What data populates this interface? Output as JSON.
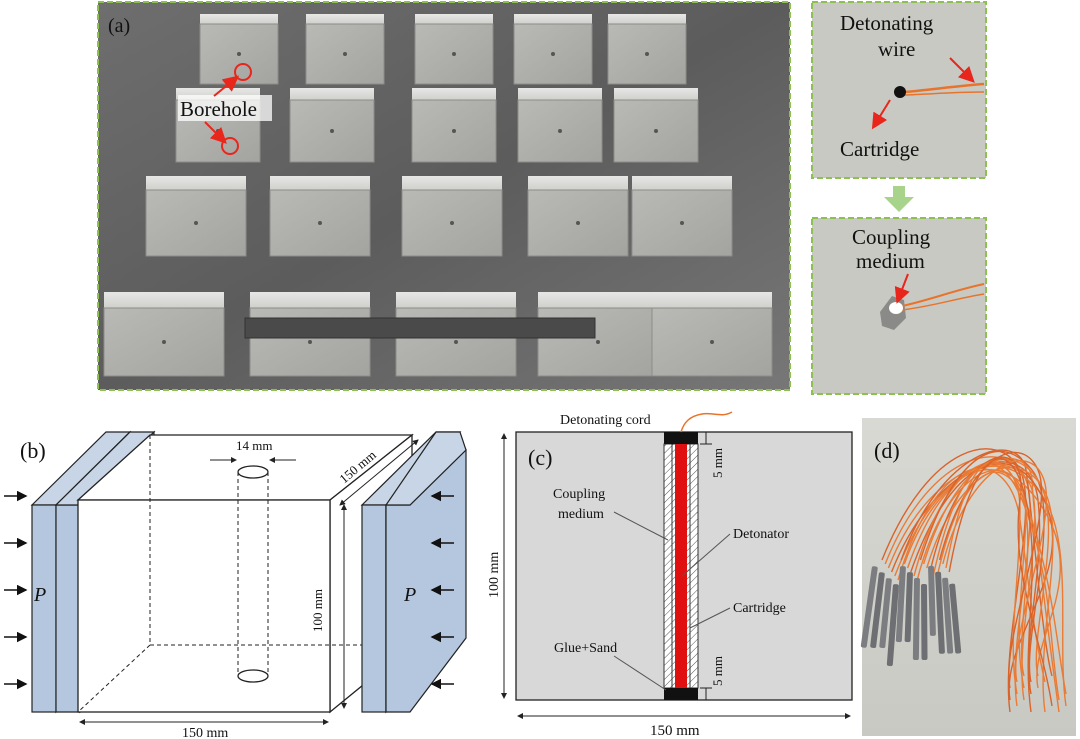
{
  "panel_a": {
    "label": "(a)",
    "borehole": "Borehole",
    "detonating_wire_1": "Detonating",
    "detonating_wire_2": "wire",
    "cartridge": "Cartridge",
    "coupling_1": "Coupling",
    "coupling_2": "medium"
  },
  "panel_b": {
    "label": "(b)",
    "hole_diameter": "14 mm",
    "depth": "150 mm",
    "height": "100 mm",
    "width": "150 mm",
    "pressure_left": "P",
    "pressure_right": "P"
  },
  "panel_c": {
    "label": "(c)",
    "detonating_cord": "Detonating cord",
    "coupling_1": "Coupling",
    "coupling_2": "medium",
    "detonator": "Detonator",
    "cartridge": "Cartridge",
    "glue_sand": "Glue+Sand",
    "top_gap": "5 mm",
    "bottom_gap": "5 mm",
    "height": "100 mm",
    "width": "150 mm"
  },
  "panel_d": {
    "label": "(d)"
  },
  "colors": {
    "frame_green": "#8cc152",
    "plate_blue": "#b4c7de",
    "specimen_gray": "#d8d8d8",
    "charge_red": "#e01010",
    "arrow_red": "#e8261b",
    "wire_orange": "#e8742c"
  }
}
